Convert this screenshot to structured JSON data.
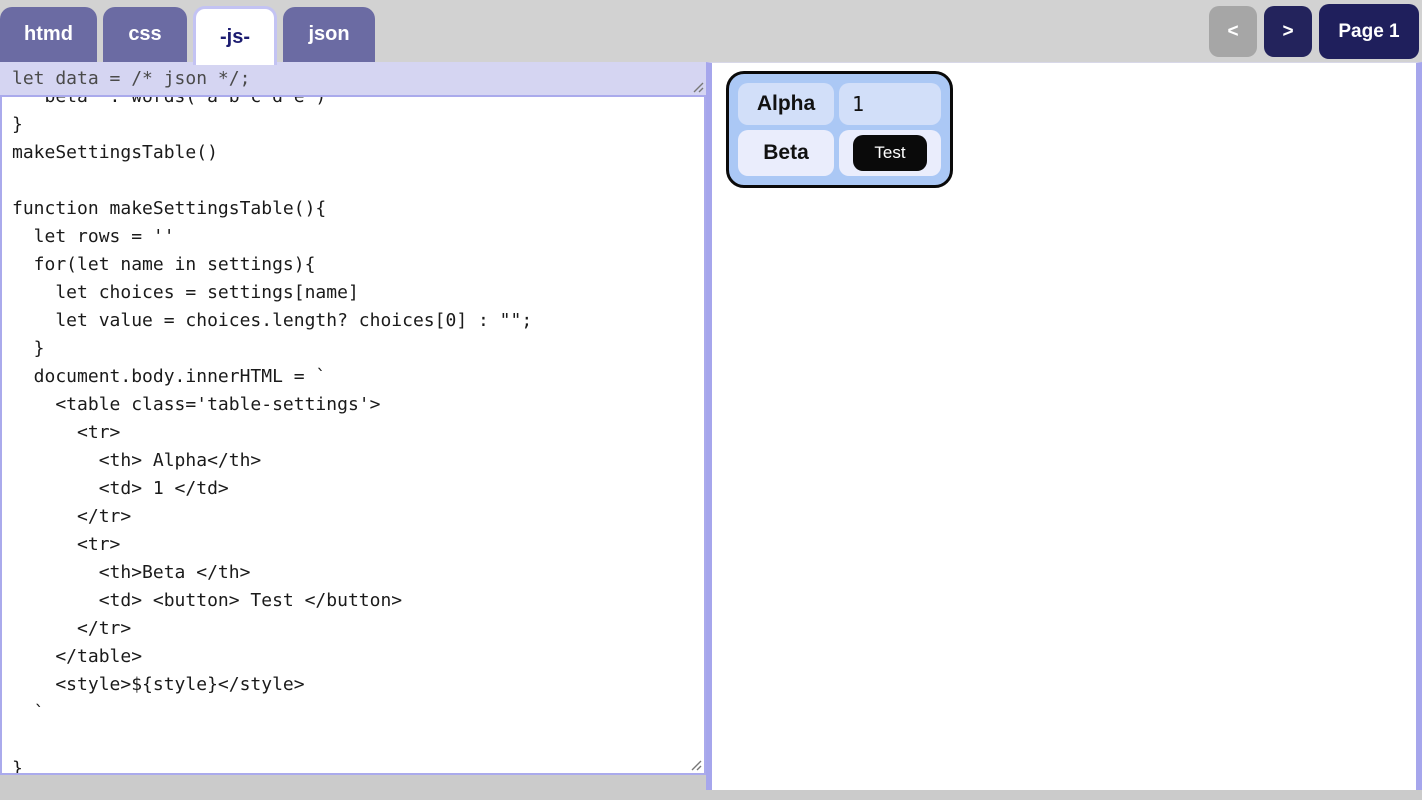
{
  "tabs": [
    {
      "label": "htmd",
      "active": false
    },
    {
      "label": "css",
      "active": false
    },
    {
      "label": "-js-",
      "active": true
    },
    {
      "label": "json",
      "active": false
    }
  ],
  "pager": {
    "prev_label": "<",
    "next_label": ">",
    "page_label": "Page 1"
  },
  "editor": {
    "header_line": "let data = /* json */;",
    "code_lines": [
      "  'beta' : words('a b c d e')",
      "}",
      "makeSettingsTable()",
      "",
      "function makeSettingsTable(){",
      "  let rows = ''",
      "  for(let name in settings){",
      "    let choices = settings[name]",
      "    let value = choices.length? choices[0] : \"\";",
      "  }",
      "  document.body.innerHTML = `",
      "    <table class='table-settings'>",
      "      <tr>",
      "        <th> Alpha</th>",
      "        <td> 1 </td>",
      "      </tr>",
      "      <tr>",
      "        <th>Beta </th>",
      "        <td> <button> Test </button>",
      "      </tr>",
      "    </table>",
      "    <style>${style}</style>",
      "  `",
      "",
      "}"
    ]
  },
  "preview": {
    "table": {
      "rows": [
        {
          "header": "Alpha",
          "value": "1",
          "value_type": "text"
        },
        {
          "header": "Beta",
          "value": "Test",
          "value_type": "button"
        }
      ]
    }
  },
  "colors": {
    "tab_purple": "#6b6ba3",
    "active_tab_text": "#1c1c70",
    "navy_button": "#1f1f5c",
    "disabled_gray": "#a6a6a6",
    "periwinkle_border": "#a6a6ec",
    "editor_header_bg": "#d5d5f2",
    "table_container_blue": "#abc8f5",
    "table_row1_bg": "#d2dff9",
    "table_row2_bg": "#eaedfc",
    "test_button_bg": "#0a0a0a"
  }
}
